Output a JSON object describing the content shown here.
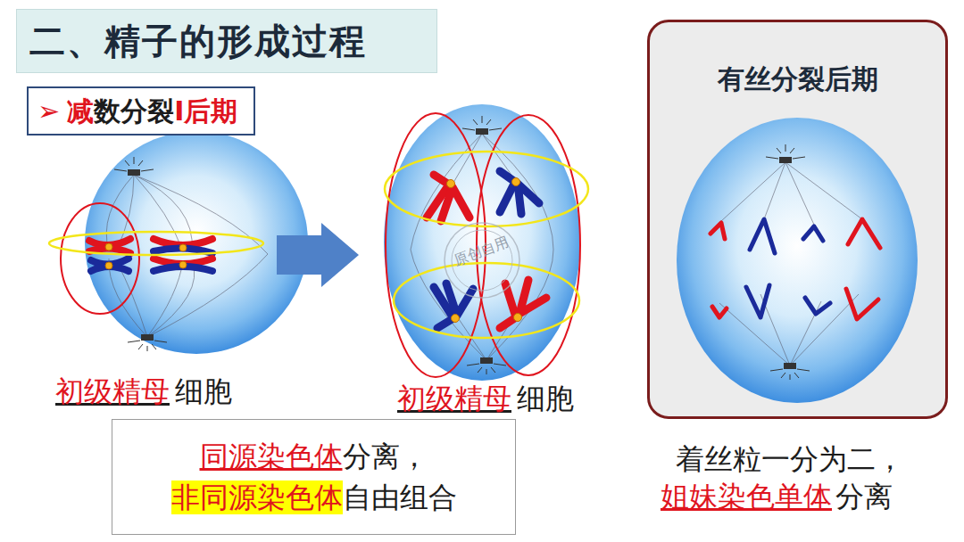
{
  "diagram": {
    "title": "二、精子的形成过程",
    "nodes": [
      {
        "text": [
          "➢",
          "减",
          "数分裂",
          "I后期"
        ]
      },
      {
        "text": [
          "同源染色体",
          "分离，",
          "非同源染色体",
          "自由组合"
        ]
      },
      {
        "text": [
          "有丝分裂后期"
        ]
      }
    ],
    "labels": [
      "初级精母",
      "细胞",
      "初级精母",
      "细胞",
      "着丝粒一分为二，",
      "姐妹染色单体",
      "分离",
      "原创自用"
    ]
  }
}
